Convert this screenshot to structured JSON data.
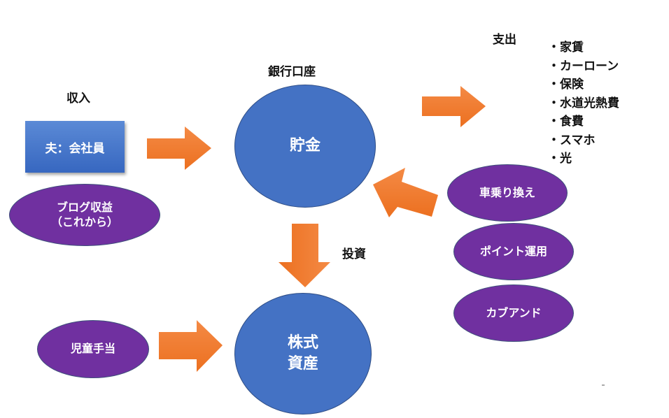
{
  "labels": {
    "income": "収入",
    "bank_account": "銀行口座",
    "expenses": "支出",
    "investment": "投資"
  },
  "nodes": {
    "husband_employee": "夫：会社員",
    "blog_income_line1": "ブログ収益",
    "blog_income_line2": "（これから）",
    "savings": "貯金",
    "child_allowance": "児童手当",
    "stock_assets_line1": "株式",
    "stock_assets_line2": "資産",
    "car_replacement": "車乗り換え",
    "point_investing": "ポイント運用",
    "kabu_and": "カブアンド"
  },
  "expense_items": [
    "・家賃",
    "・カーローン",
    "・保険",
    "・水道光熱費",
    "・食費",
    "・スマホ",
    "・光"
  ],
  "colors": {
    "arrow": "#f07b2a",
    "blue_node": "#4472c4",
    "purple_node": "#7030a0"
  }
}
